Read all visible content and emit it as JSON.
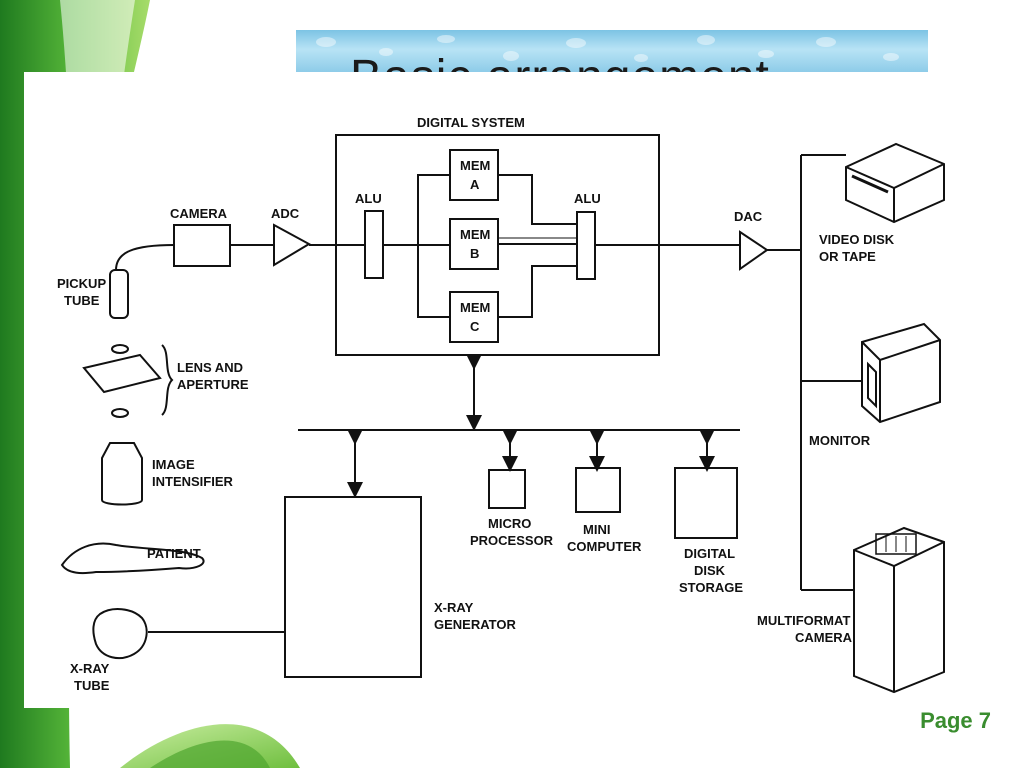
{
  "slide": {
    "title": "Basic arrangement",
    "page": "Page 7"
  },
  "diagram": {
    "digital_system": "DIGITAL SYSTEM",
    "camera": "CAMERA",
    "adc": "ADC",
    "alu_left": "ALU",
    "alu_right": "ALU",
    "mem_a": [
      "MEM",
      "A"
    ],
    "mem_b": [
      "MEM",
      "B"
    ],
    "mem_c": [
      "MEM",
      "C"
    ],
    "dac": "DAC",
    "pickup_tube": [
      "PICKUP",
      "TUBE"
    ],
    "lens_aperture": [
      "LENS AND",
      "APERTURE"
    ],
    "image_intensifier": [
      "IMAGE",
      "INTENSIFIER"
    ],
    "patient": "PATIENT",
    "xray_tube": [
      "X-RAY",
      "TUBE"
    ],
    "xray_generator": [
      "X-RAY",
      "GENERATOR"
    ],
    "micro_processor": [
      "MICRO",
      "PROCESSOR"
    ],
    "mini_computer": [
      "MINI",
      "COMPUTER"
    ],
    "digital_disk_storage": [
      "DIGITAL",
      "DISK",
      "STORAGE"
    ],
    "video_disk": [
      "VIDEO DISK",
      "OR TAPE"
    ],
    "monitor": "MONITOR",
    "multiformat_camera": [
      "MULTIFORMAT",
      "CAMERA"
    ]
  }
}
